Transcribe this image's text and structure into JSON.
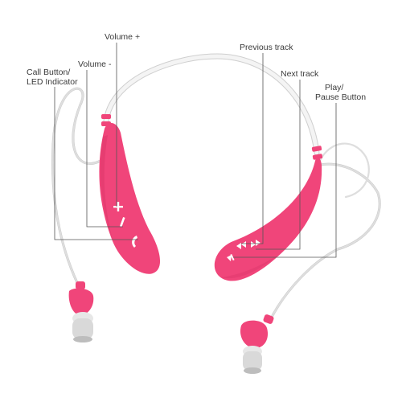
{
  "labels": {
    "volume_up": "Volume +",
    "volume_down": "Volume -",
    "call_button": [
      "Call Button/",
      "LED Indicator"
    ],
    "previous_track": "Previous track",
    "next_track": "Next track",
    "play_pause": [
      "Play/",
      "Pause Button"
    ]
  },
  "colors": {
    "body_pink": "#f0457a",
    "cable_white": "#f4f4f4",
    "callout_line": "#555555",
    "label_text": "#3a3a3a"
  },
  "icons": [
    "plus-icon",
    "minus-icon",
    "phone-icon",
    "previous-icon",
    "next-icon",
    "play-pause-icon"
  ]
}
